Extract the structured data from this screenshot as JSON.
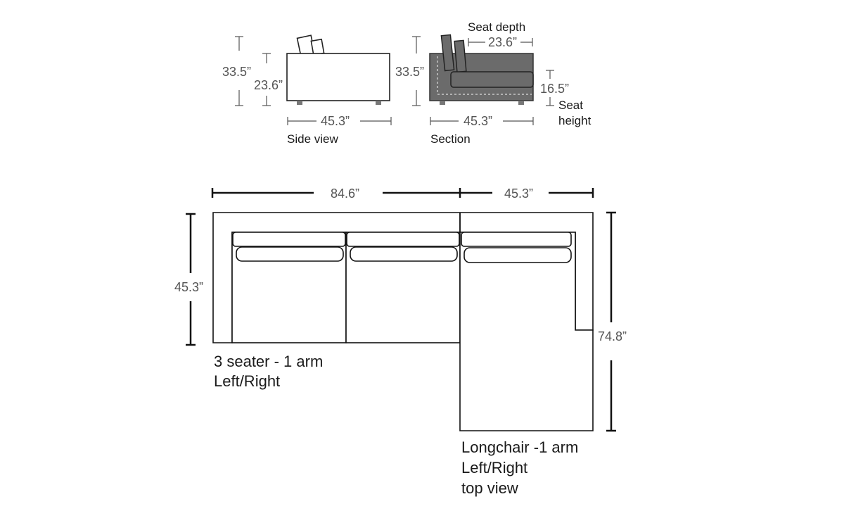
{
  "side_view": {
    "caption": "Side view",
    "total_height": "33.5”",
    "seat_top_height": "23.6”",
    "width": "45.3”"
  },
  "section": {
    "caption": "Section",
    "total_height": "33.5”",
    "seat_depth_label": "Seat depth",
    "seat_depth": "23.6”",
    "seat_height": "16.5”",
    "seat_height_label_1": "Seat",
    "seat_height_label_2": "height",
    "width": "45.3”",
    "fill_color": "#6b6b6b"
  },
  "top_view": {
    "seater_width": "84.6”",
    "longchair_width": "45.3”",
    "seater_depth": "45.3”",
    "longchair_length": "74.8”",
    "seater_label_1": "3 seater - 1 arm",
    "seater_label_2": "Left/Right",
    "longchair_label_1": "Longchair -1 arm",
    "longchair_label_2": "Left/Right",
    "longchair_label_3": "top view"
  }
}
